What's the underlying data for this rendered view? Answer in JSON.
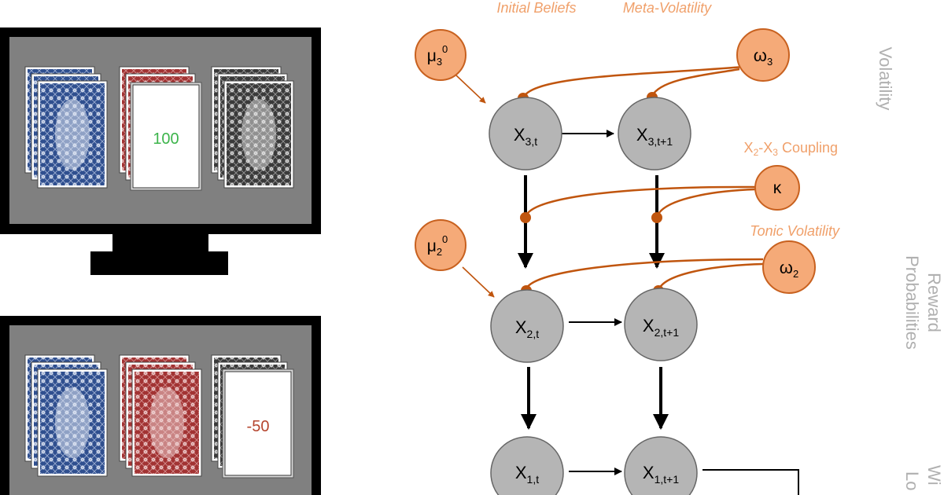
{
  "annotations": {
    "initial_beliefs": "Initial Beliefs",
    "meta_volatility": "Meta-Volatility",
    "coupling_a": "X",
    "coupling_a_sub": "2",
    "coupling_dash": "-X",
    "coupling_b_sub": "3",
    "coupling_rest": " Coupling",
    "tonic_volatility": "Tonic Volatility"
  },
  "side_labels": {
    "volatility": "Volatility",
    "reward_line1": "Reward",
    "reward_line2": "Probabilities",
    "win_line1": "Wi",
    "win_line2": "Lo"
  },
  "parameters": {
    "mu3_base": "μ",
    "mu3_sub": "3",
    "mu3_sup": "0",
    "omega3_base": "ω",
    "omega3_sub": "3",
    "kappa": "κ",
    "mu2_base": "μ",
    "mu2_sub": "2",
    "mu2_sup": "0",
    "omega2_base": "ω",
    "omega2_sub": "2"
  },
  "states": {
    "x3t_base": "X",
    "x3t_sub": "3,t",
    "x3t1_base": "X",
    "x3t1_sub": "3,t+1",
    "x2t_base": "X",
    "x2t_sub": "2,t",
    "x2t1_base": "X",
    "x2t1_sub": "2,t+1",
    "x1t_base": "X",
    "x1t_sub": "1,t",
    "x1t1_base": "X",
    "x1t1_sub": "1,t+1"
  },
  "screens": {
    "top_outcome": "100",
    "bottom_outcome": "-50"
  },
  "colors": {
    "param_fill": "#f5aa78",
    "param_stroke": "#c8611f",
    "edge_orange": "#c0550e",
    "label_orange": "#f0a06a",
    "node_fill": "#b5b5b5",
    "side_gray": "#b0b0b0",
    "win_green": "#3cb44b",
    "loss_red": "#b5452e",
    "deck_blue": "#2f4f8f",
    "deck_red": "#a23333",
    "deck_black": "#3a3a3a"
  }
}
